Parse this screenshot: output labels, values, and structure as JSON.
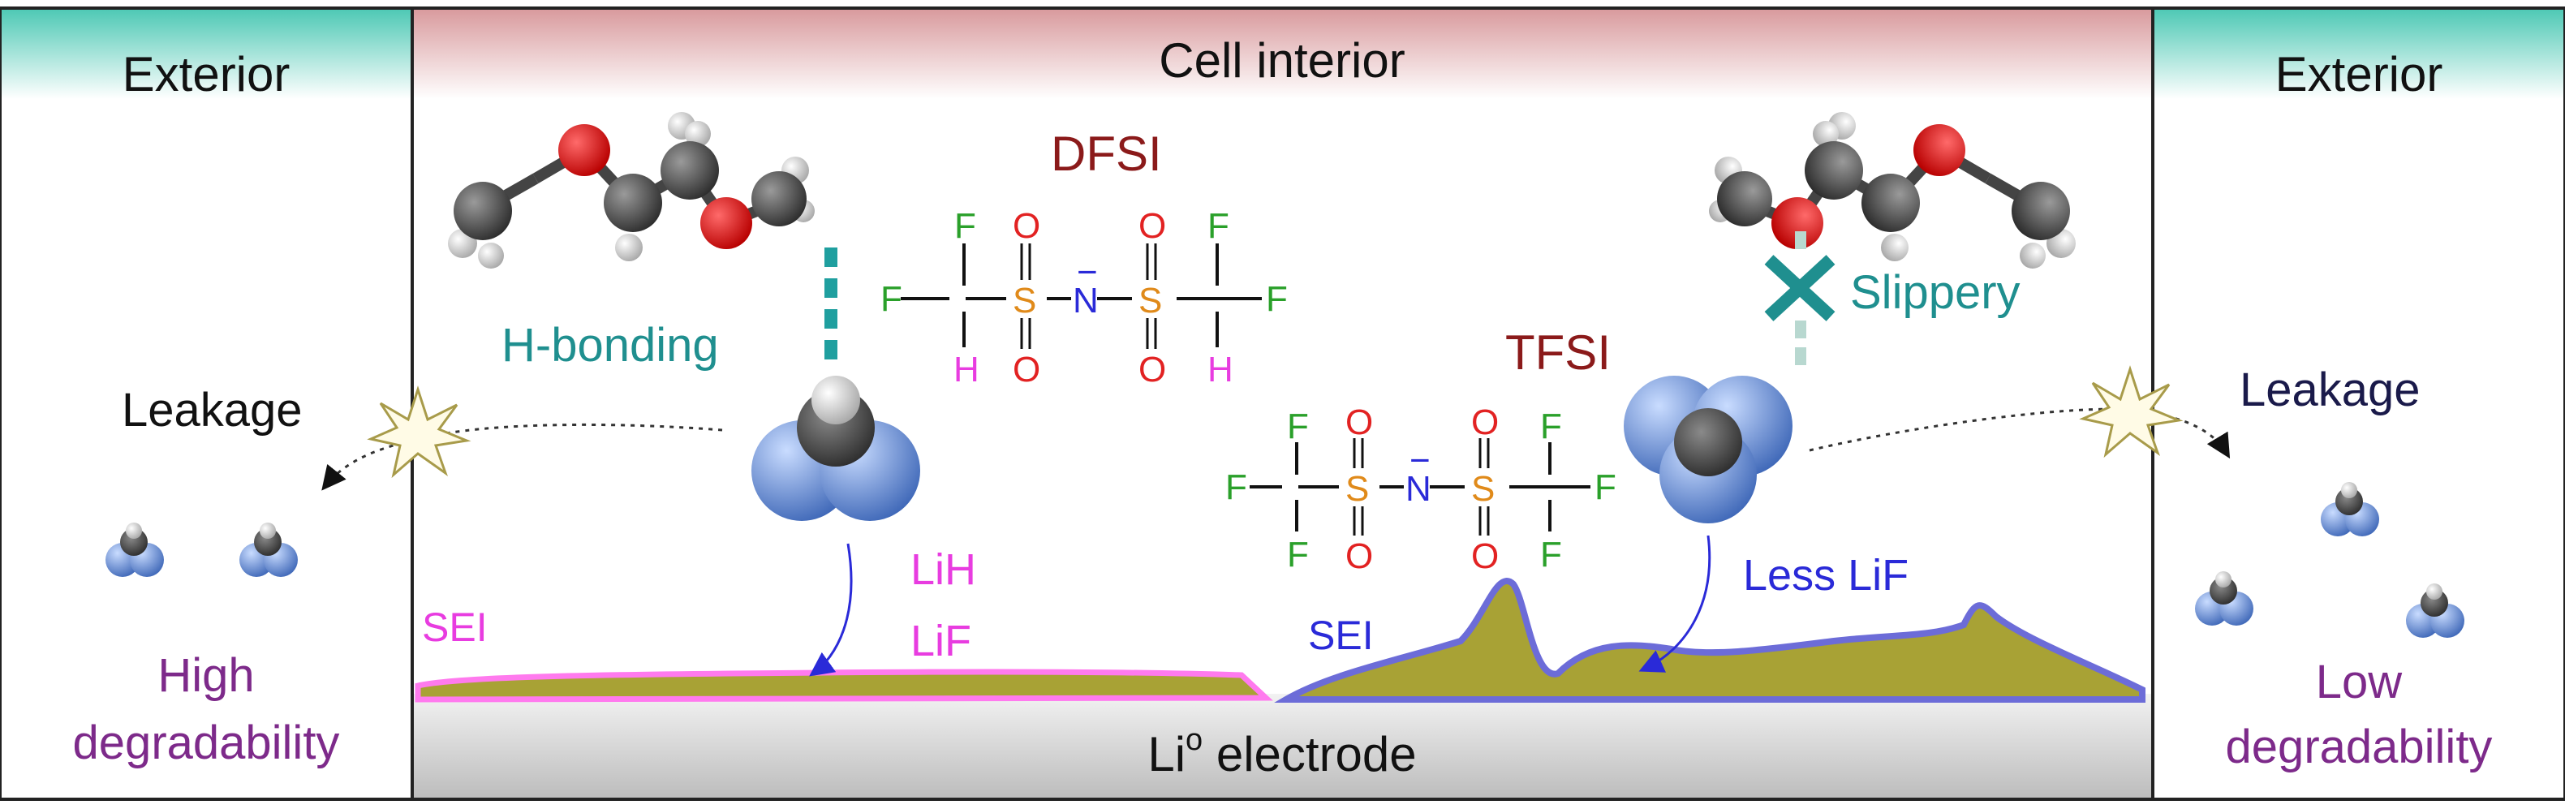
{
  "panels": {
    "left_title": "Exterior",
    "right_title": "Exterior",
    "center_title": "Cell interior",
    "electrode_label_main": "Li",
    "electrode_label_sup": "o",
    "electrode_label_rest": " electrode"
  },
  "left_side": {
    "anion_name": "DFSI",
    "interaction": "H-bonding",
    "leakage": "Leakage",
    "degradability_line1": "High",
    "degradability_line2": "degradability",
    "sei": "SEI",
    "product_1": "LiH",
    "product_2": "LiF"
  },
  "right_side": {
    "anion_name": "TFSI",
    "interaction": "Slippery",
    "leakage": "Leakage",
    "degradability_line1": "Low",
    "degradability_line2": "degradability",
    "sei": "SEI",
    "product": "Less LiF"
  },
  "formula": {
    "F": "F",
    "H": "H",
    "S": "S",
    "O": "O",
    "N": "N",
    "minus": "−"
  },
  "colors": {
    "dark_red": "#8b1a1a",
    "teal": "#1f8f8f",
    "magenta": "#e83ce0",
    "blue": "#2a2ad8",
    "purple": "#7d2a8a",
    "navy": "#1a1a4a",
    "green": "#2aa02a",
    "orange": "#e08a1a",
    "red": "#e22222",
    "sei_fill": "#a8a235",
    "electrode": "#cfcfcf"
  },
  "icons": {
    "ether_molecule": "dme-molecule-icon",
    "cation": "pyrazole-cation-icon",
    "starburst": "starburst-icon",
    "cross": "cross-icon"
  }
}
